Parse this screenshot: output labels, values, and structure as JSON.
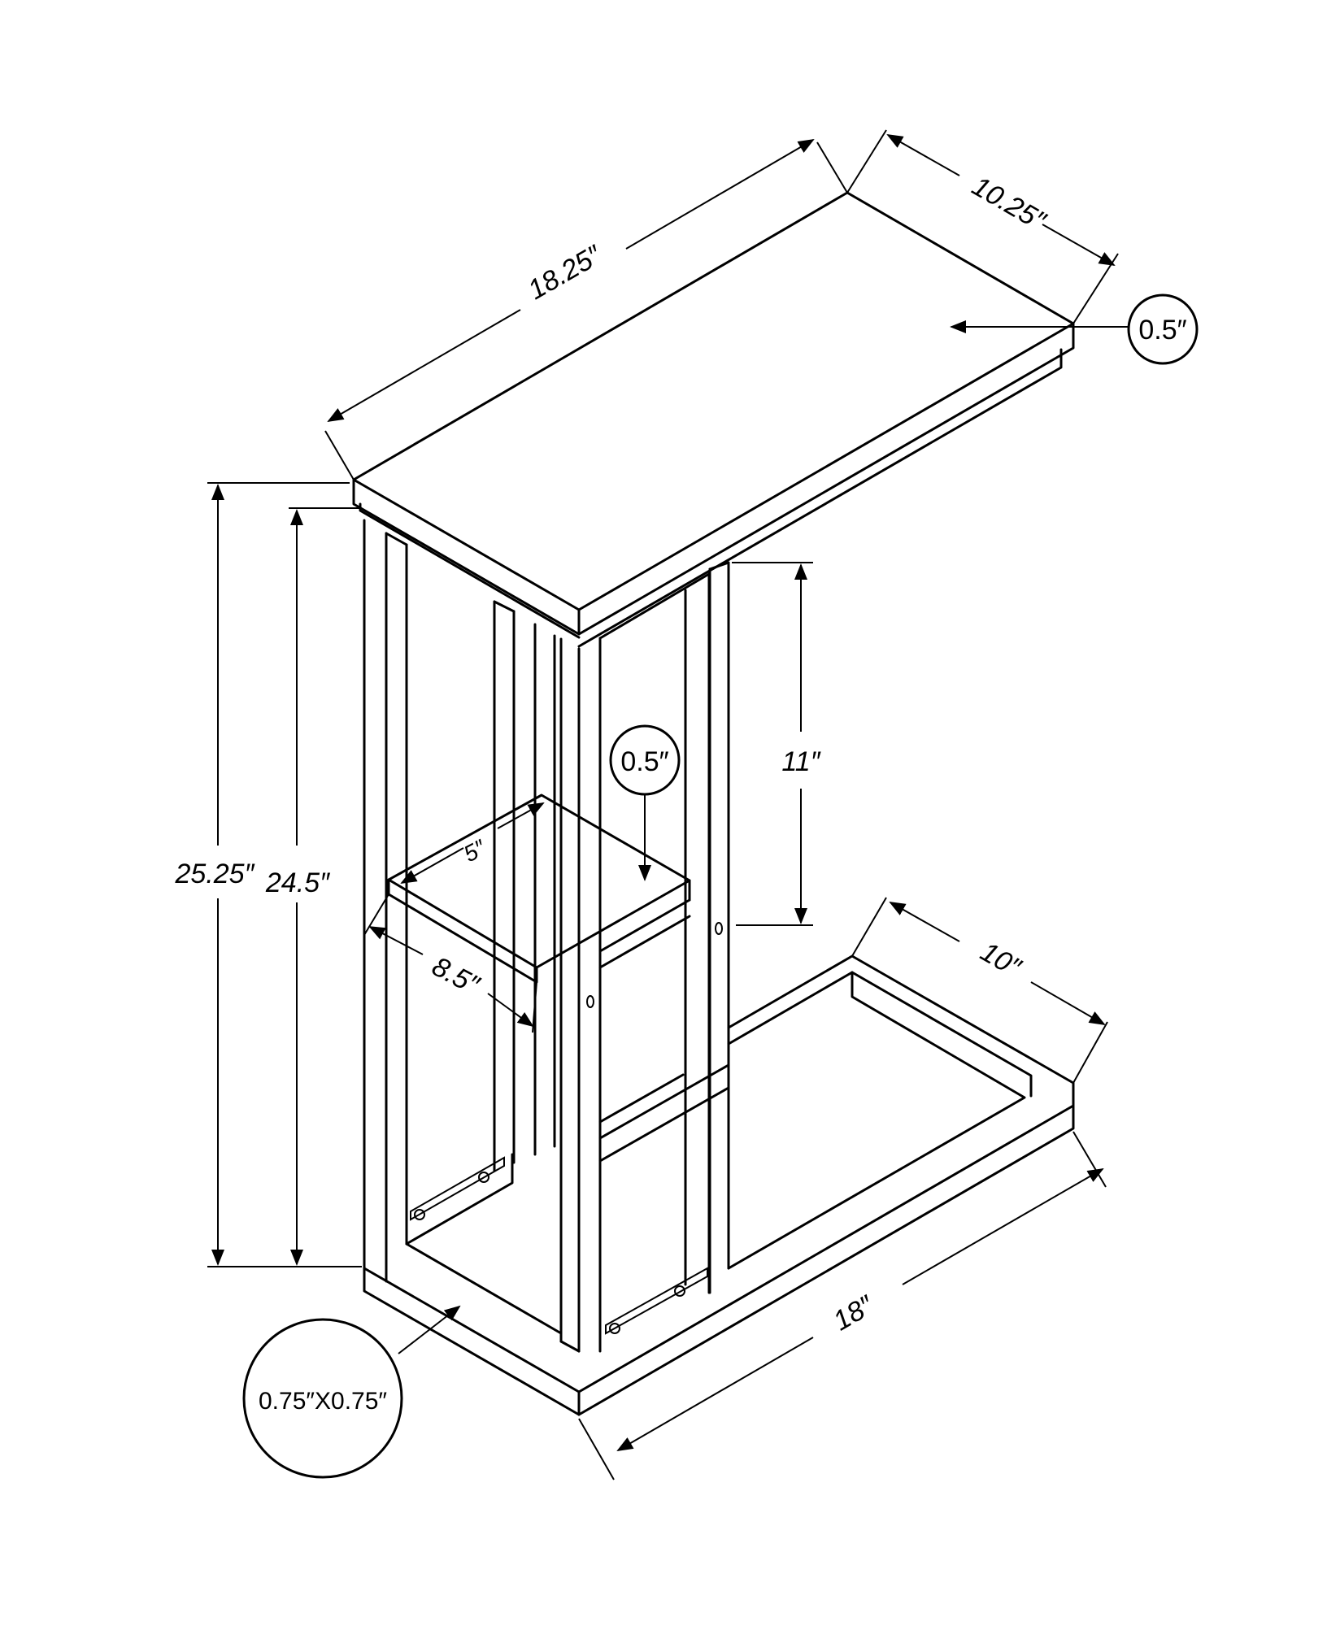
{
  "diagram": {
    "top_length": "18.25″",
    "top_width": "10.25″",
    "top_thickness": "0.5″",
    "overall_height": "25.25″",
    "frame_height": "24.5″",
    "shelf_depth": "5″",
    "shelf_width": "8.5″",
    "shelf_thickness": "0.5″",
    "upper_opening": "11″",
    "base_width": "10″",
    "base_length": "18″",
    "tube_size": "0.75″X0.75″",
    "colors": {
      "line": "#000000",
      "background": "#ffffff"
    }
  }
}
